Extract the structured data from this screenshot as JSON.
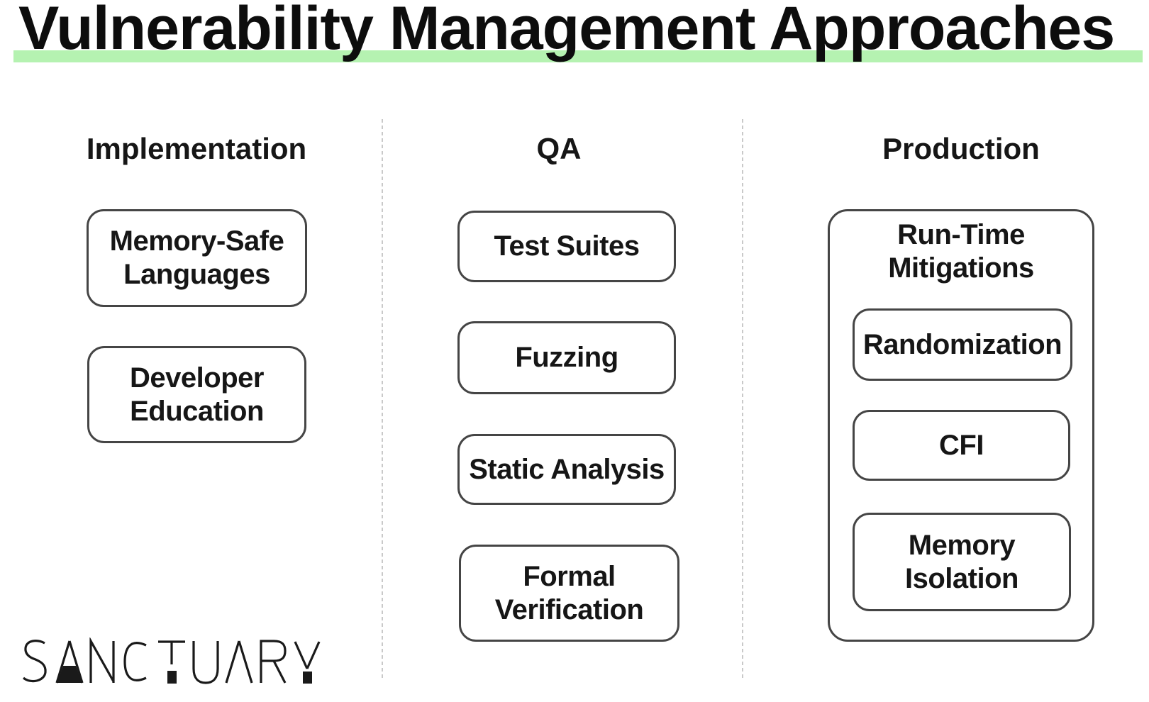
{
  "title": {
    "text": "Vulnerability Management Approaches",
    "highlight_color": "#b5f2b1"
  },
  "columns": [
    {
      "header": "Implementation",
      "boxes": [
        {
          "label": "Memory-Safe Languages"
        },
        {
          "label": "Developer Education"
        }
      ]
    },
    {
      "header": "QA",
      "boxes": [
        {
          "label": "Test Suites"
        },
        {
          "label": "Fuzzing"
        },
        {
          "label": "Static Analysis"
        },
        {
          "label": "Formal Verification"
        }
      ]
    },
    {
      "header": "Production",
      "group": {
        "label": "Run-Time Mitigations",
        "boxes": [
          {
            "label": "Randomization"
          },
          {
            "label": "CFI"
          },
          {
            "label": "Memory Isolation"
          }
        ]
      }
    }
  ],
  "logo": {
    "text": "SANCTUARY"
  },
  "colors": {
    "background": "#ffffff",
    "title_text": "#0d0d0d",
    "highlight": "#b5f2b1",
    "box_border": "#454545",
    "box_text": "#161616",
    "divider": "#c9c9c9",
    "logo": "#1a1a1a"
  }
}
